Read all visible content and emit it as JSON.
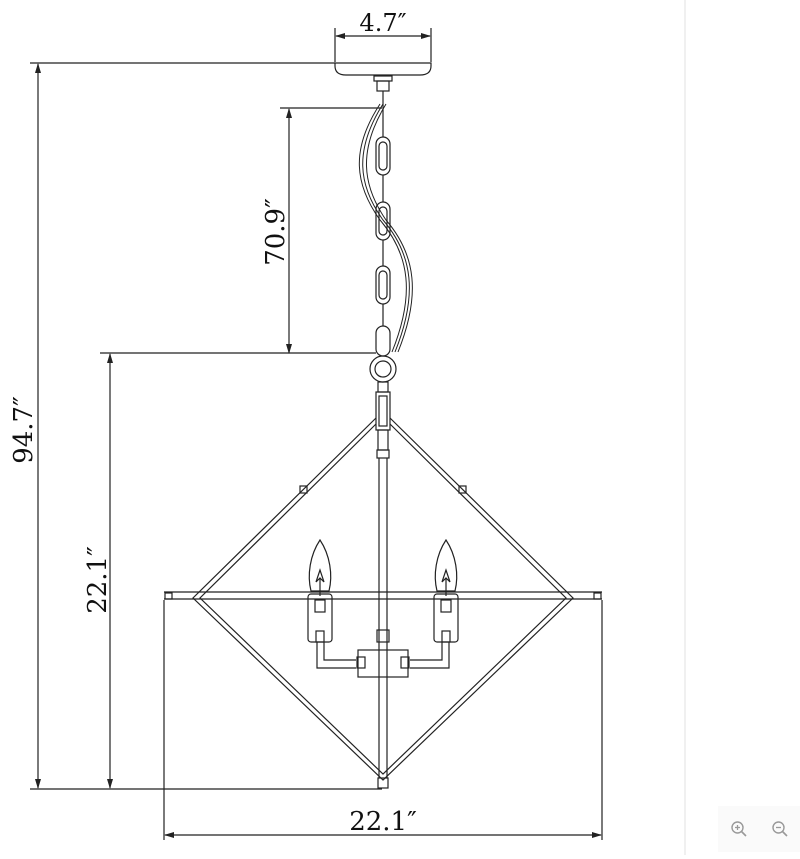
{
  "viewer": {
    "zoom_in_icon": "zoom-in-icon",
    "zoom_out_icon": "zoom-out-icon"
  },
  "diagram": {
    "subject": "Chandelier pendant dimension drawing",
    "dimensions": {
      "canopy_width": "4.7″",
      "chain_length": "70.9″",
      "overall_height": "94.7″",
      "fixture_height": "22.1″",
      "fixture_width": "22.1″"
    },
    "colors": {
      "line": "#222222",
      "background": "#ffffff",
      "panel_border": "#f0f0f0"
    }
  }
}
